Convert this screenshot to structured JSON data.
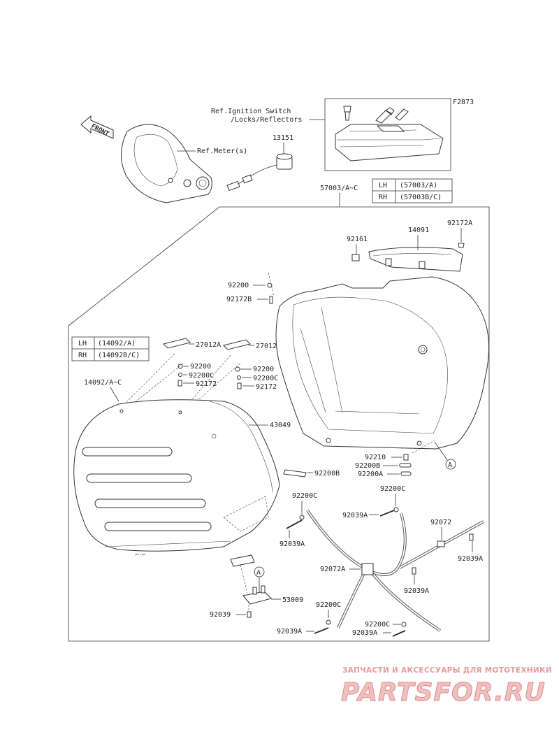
{
  "diagram_code": "F2873",
  "front_label": "FRONT",
  "refs": {
    "ignition_line1": "Ref.Ignition Switch",
    "ignition_line2": "/Locks/Reflectors",
    "meter": "Ref.Meter(s)"
  },
  "tables": {
    "case_variant": [
      {
        "side": "LH",
        "part": "(57003/A)"
      },
      {
        "side": "RH",
        "part": "(57003B/C)"
      }
    ],
    "cover_variant": [
      {
        "side": "LH",
        "part": "(14092/A)"
      },
      {
        "side": "RH",
        "part": "(14092B/C)"
      }
    ]
  },
  "parts": {
    "p13151": "13151",
    "p57003": "57003/A~C",
    "p92161": "92161",
    "p14091": "14091",
    "p92172A_top": "92172A",
    "p92200_top": "92200",
    "p92172B": "92172B",
    "p27012A": "27012A",
    "p27012": "27012",
    "p92200_l": "92200",
    "p92200C_l": "92200C",
    "p92172_l": "92172",
    "p92200_r": "92200",
    "p92200C_r": "92200C",
    "p92172_r": "92172",
    "p14092": "14092/A~C",
    "p43049": "43049",
    "p92200B_l": "92200B",
    "p92210": "92210",
    "p92200B_r": "92200B",
    "p92200A": "92200A",
    "marker_a1": "A",
    "marker_a2": "A",
    "p92200C_a": "92200C",
    "p92039A_a": "92039A",
    "p92200C_b": "92200C",
    "p92039A_b": "92039A",
    "p92072": "92072",
    "p92039A_c": "92039A",
    "p92072A": "92072A",
    "p92039A_d": "92039A",
    "p53009": "53009",
    "p92039": "92039",
    "p92200C_c": "92200C",
    "p92039A_e": "92039A",
    "p92200C_d": "92200C",
    "p92039A_f": "92039A"
  },
  "watermark": {
    "tagline": "ЗАПЧАСТИ И АКСЕССУАРЫ ДЛЯ МОТОТЕХНИКИ",
    "brand": "PARTSFOR.RU"
  }
}
